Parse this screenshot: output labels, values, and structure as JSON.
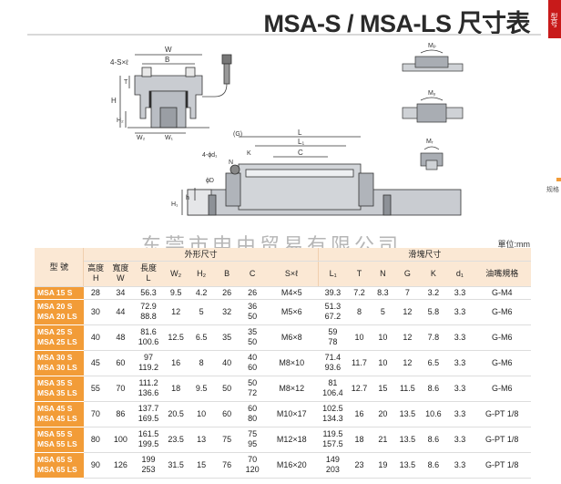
{
  "header": {
    "title": "MSA-S / MSA-LS 尺寸表",
    "right_tab": "型号",
    "side_note": "规格"
  },
  "diagram": {
    "labels": {
      "screw": "4-S×ℓ",
      "W": "W",
      "B": "B",
      "T": "T",
      "H": "H",
      "H2": "H₂",
      "W2": "W₂",
      "W1": "W₁",
      "G": "(G)",
      "L": "L",
      "L1": "L₁",
      "C": "C",
      "d1": "4-ϕd₁",
      "N": "N",
      "K": "K",
      "D": "ϕD",
      "h": "h",
      "H1": "H₁",
      "Mp": "Mₚ",
      "My": "Mᵧ",
      "MR": "Mᵣ"
    }
  },
  "watermark": "东莞市申由贸易有限公司",
  "unit": "單位:mm",
  "table": {
    "group_outer": "外形尺寸",
    "group_block": "滑塊尺寸",
    "headers": {
      "model": "型  號",
      "H": [
        "高度",
        "H"
      ],
      "W": [
        "寬度",
        "W"
      ],
      "L": [
        "長度",
        "L"
      ],
      "W2": "W₂",
      "H2": "H₂",
      "B": "B",
      "C": "C",
      "SxL": "S×ℓ",
      "L1": "L₁",
      "T": "T",
      "N": "N",
      "G": "G",
      "K": "K",
      "d1": "d₁",
      "oil": "油嘴規格"
    },
    "rows": [
      {
        "model": [
          "MSA 15 S"
        ],
        "H": "28",
        "W": "34",
        "L": [
          "56.3"
        ],
        "W2": "9.5",
        "H2": "4.2",
        "B": "26",
        "C": [
          "26"
        ],
        "SxL": "M4×5",
        "L1": [
          "39.3"
        ],
        "T": "7.2",
        "N": "8.3",
        "G": "7",
        "K": "3.2",
        "d1": "3.3",
        "oil": "G-M4"
      },
      {
        "model": [
          "MSA 20 S",
          "MSA 20 LS"
        ],
        "H": "30",
        "W": "44",
        "L": [
          "72.9",
          "88.8"
        ],
        "W2": "12",
        "H2": "5",
        "B": "32",
        "C": [
          "36",
          "50"
        ],
        "SxL": "M5×6",
        "L1": [
          "51.3",
          "67.2"
        ],
        "T": "8",
        "N": "5",
        "G": "12",
        "K": "5.8",
        "d1": "3.3",
        "oil": "G-M6"
      },
      {
        "model": [
          "MSA 25 S",
          "MSA 25 LS"
        ],
        "H": "40",
        "W": "48",
        "L": [
          "81.6",
          "100.6"
        ],
        "W2": "12.5",
        "H2": "6.5",
        "B": "35",
        "C": [
          "35",
          "50"
        ],
        "SxL": "M6×8",
        "L1": [
          "59",
          "78"
        ],
        "T": "10",
        "N": "10",
        "G": "12",
        "K": "7.8",
        "d1": "3.3",
        "oil": "G-M6"
      },
      {
        "model": [
          "MSA 30 S",
          "MSA 30 LS"
        ],
        "H": "45",
        "W": "60",
        "L": [
          "97",
          "119.2"
        ],
        "W2": "16",
        "H2": "8",
        "B": "40",
        "C": [
          "40",
          "60"
        ],
        "SxL": "M8×10",
        "L1": [
          "71.4",
          "93.6"
        ],
        "T": "11.7",
        "N": "10",
        "G": "12",
        "K": "6.5",
        "d1": "3.3",
        "oil": "G-M6"
      },
      {
        "model": [
          "MSA 35 S",
          "MSA 35 LS"
        ],
        "H": "55",
        "W": "70",
        "L": [
          "111.2",
          "136.6"
        ],
        "W2": "18",
        "H2": "9.5",
        "B": "50",
        "C": [
          "50",
          "72"
        ],
        "SxL": "M8×12",
        "L1": [
          "81",
          "106.4"
        ],
        "T": "12.7",
        "N": "15",
        "G": "11.5",
        "K": "8.6",
        "d1": "3.3",
        "oil": "G-M6"
      },
      {
        "model": [
          "MSA 45 S",
          "MSA 45 LS"
        ],
        "H": "70",
        "W": "86",
        "L": [
          "137.7",
          "169.5"
        ],
        "W2": "20.5",
        "H2": "10",
        "B": "60",
        "C": [
          "60",
          "80"
        ],
        "SxL": "M10×17",
        "L1": [
          "102.5",
          "134.3"
        ],
        "T": "16",
        "N": "20",
        "G": "13.5",
        "K": "10.6",
        "d1": "3.3",
        "oil": "G-PT 1/8"
      },
      {
        "model": [
          "MSA 55 S",
          "MSA 55 LS"
        ],
        "H": "80",
        "W": "100",
        "L": [
          "161.5",
          "199.5"
        ],
        "W2": "23.5",
        "H2": "13",
        "B": "75",
        "C": [
          "75",
          "95"
        ],
        "SxL": "M12×18",
        "L1": [
          "119.5",
          "157.5"
        ],
        "T": "18",
        "N": "21",
        "G": "13.5",
        "K": "8.6",
        "d1": "3.3",
        "oil": "G-PT 1/8"
      },
      {
        "model": [
          "MSA 65 S",
          "MSA 65 LS"
        ],
        "H": "90",
        "W": "126",
        "L": [
          "199",
          "253"
        ],
        "W2": "31.5",
        "H2": "15",
        "B": "76",
        "C": [
          "70",
          "120"
        ],
        "SxL": "M16×20",
        "L1": [
          "149",
          "203"
        ],
        "T": "23",
        "N": "19",
        "G": "13.5",
        "K": "8.6",
        "d1": "3.3",
        "oil": "G-PT 1/8"
      }
    ]
  }
}
